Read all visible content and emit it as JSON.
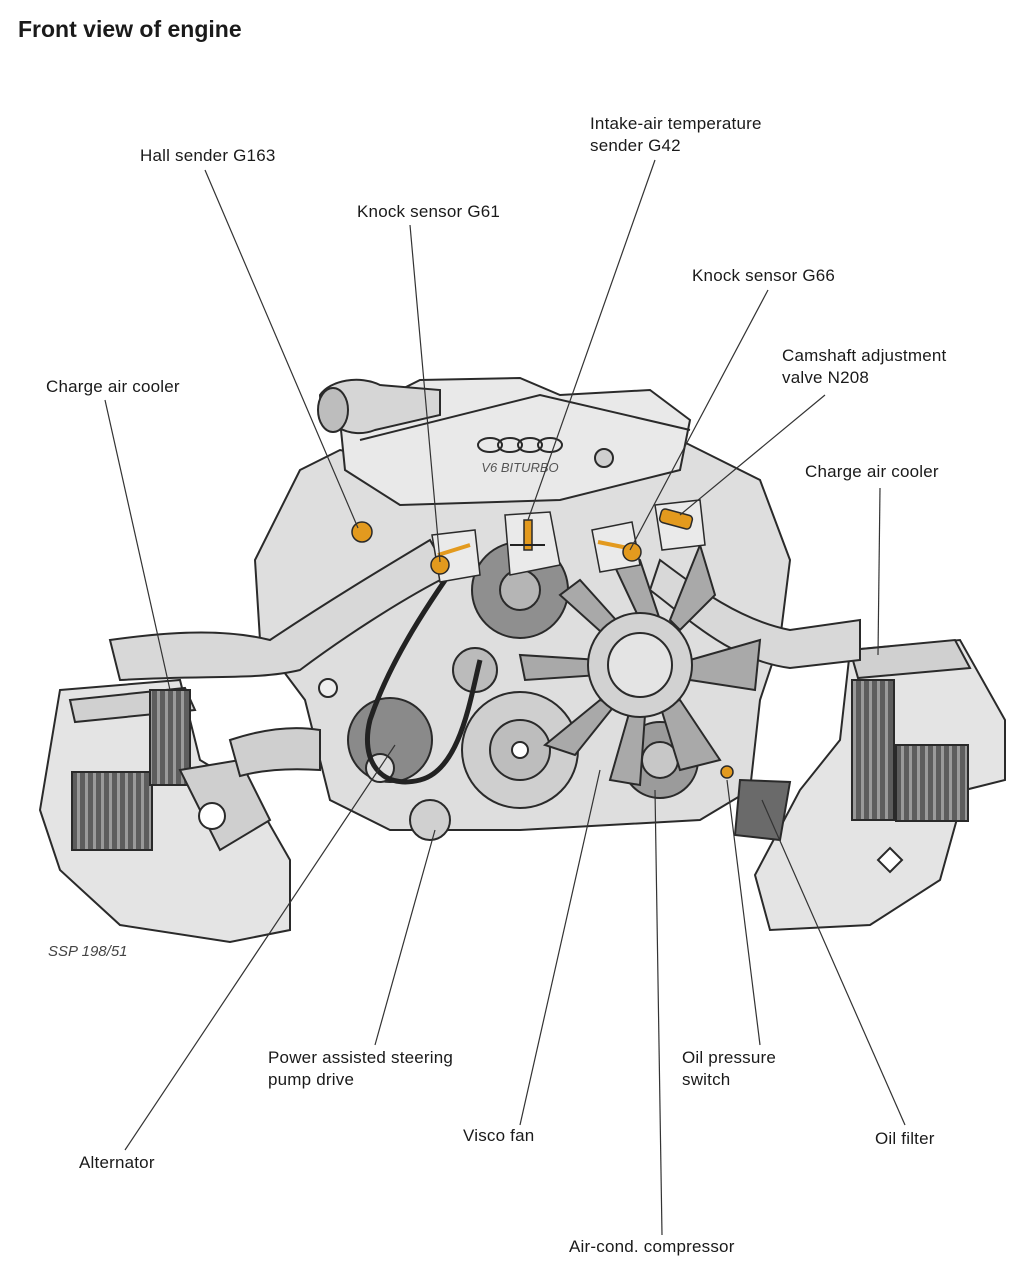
{
  "title": "Front view of engine",
  "reference": "SSP 198/51",
  "engine_badge": "V6 BITURBO",
  "labels": {
    "hall_sender": "Hall sender G163",
    "intake_air_temp": "Intake-air temperature\nsender G42",
    "knock_sensor_g61": "Knock sensor G61",
    "knock_sensor_g66": "Knock sensor G66",
    "camshaft_valve": "Camshaft adjustment\nvalve N208",
    "charge_air_cooler_left": "Charge air cooler",
    "charge_air_cooler_right": "Charge air cooler",
    "power_steering": "Power assisted steering\npump drive",
    "oil_pressure_switch": "Oil pressure\nswitch",
    "visco_fan": "Visco fan",
    "oil_filter": "Oil filter",
    "alternator": "Alternator",
    "ac_compressor": "Air-cond. compressor"
  },
  "colors": {
    "engine_fill": "#e4e4e4",
    "engine_dark": "#b9b9b9",
    "outline": "#2a2a2a",
    "sensor_orange": "#e39a1e",
    "leader": "#333333"
  }
}
